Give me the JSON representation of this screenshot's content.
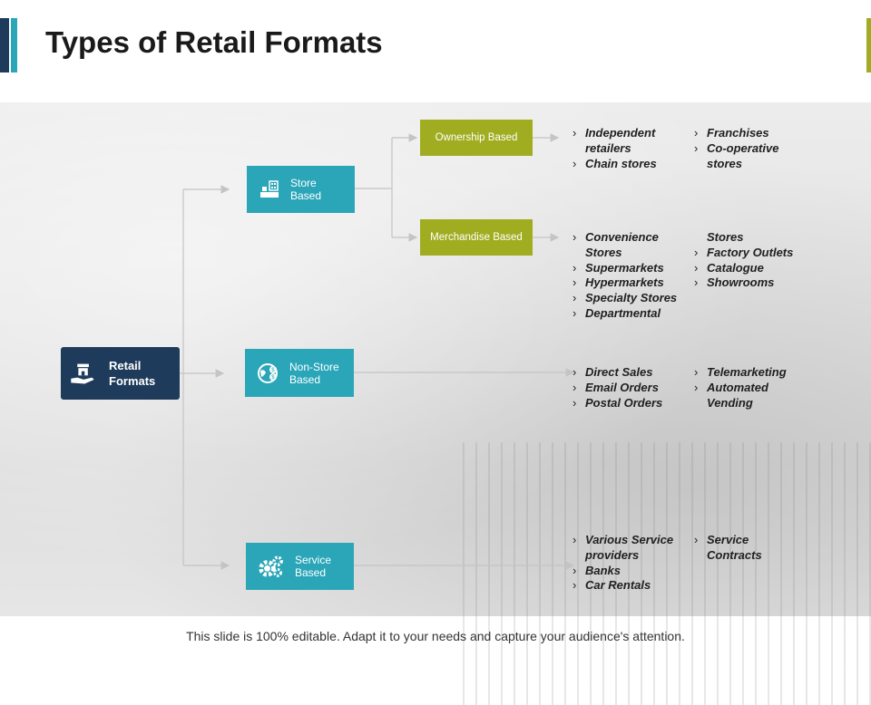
{
  "title": "Types of Retail Formats",
  "colors": {
    "navy": "#1f3b5b",
    "teal": "#2aa6b8",
    "olive": "#a0ad20"
  },
  "root": {
    "label": "Retail\nFormats",
    "icon": "hand-shop-icon"
  },
  "branches": {
    "store": {
      "label": "Store\nBased",
      "icon": "store-icon"
    },
    "nonstore": {
      "label": "Non-Store\nBased",
      "icon": "globe-dollar-icon"
    },
    "service": {
      "label": "Service\nBased",
      "icon": "gears-icon"
    }
  },
  "sub": {
    "ownership": {
      "label": "Ownership Based"
    },
    "merchandise": {
      "label": "Merchandise Based"
    }
  },
  "lists": {
    "ownership_a": [
      "Independent",
      "retailers",
      "Chain stores"
    ],
    "ownership_b": [
      "Franchises",
      "Co-operative",
      "stores"
    ],
    "merch_a": [
      "Convenience",
      "Stores",
      "Supermarkets",
      "Hypermarkets",
      "Specialty Stores",
      "Departmental"
    ],
    "merch_b": [
      "Stores",
      "Factory Outlets",
      "Catalogue",
      "Showrooms"
    ],
    "nonstore_a": [
      "Direct Sales",
      "Email Orders",
      "Postal Orders"
    ],
    "nonstore_b": [
      "Telemarketing",
      "Automated",
      "Vending"
    ],
    "service_a": [
      "Various Service",
      "providers",
      "Banks",
      "Car Rentals"
    ],
    "service_b": [
      "Service",
      "Contracts"
    ]
  },
  "footer": "This slide is 100% editable. Adapt it to your needs and capture your audience's attention."
}
